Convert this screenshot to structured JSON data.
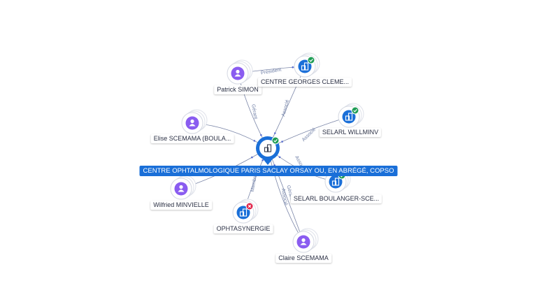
{
  "center": {
    "label": "CENTRE OPHTALMOLOGIQUE PARIS SACLAY ORSAY OU, EN ABRÉGÉ, COPSO",
    "status": "active",
    "icon": "company-icon"
  },
  "nodes": [
    {
      "id": "patrick",
      "label": "Patrick SIMON",
      "type": "person",
      "icon": "person-icon"
    },
    {
      "id": "georges",
      "label": "CENTRE GEORGES CLEME...",
      "type": "company",
      "status": "active",
      "icon": "company-icon"
    },
    {
      "id": "elise",
      "label": "Elise SCEMAMA (BOULA...",
      "type": "person",
      "icon": "person-icon"
    },
    {
      "id": "willminv",
      "label": "SELARL WILLMINV",
      "type": "company",
      "status": "active",
      "icon": "company-icon"
    },
    {
      "id": "wilfried",
      "label": "Wilfried MINVIELLE",
      "type": "person",
      "icon": "person-icon"
    },
    {
      "id": "boulanger",
      "label": "SELARL BOULANGER-SCE...",
      "type": "company",
      "status": "active",
      "icon": "company-icon"
    },
    {
      "id": "ophtasynergie",
      "label": "OPHTASYNERGIE",
      "type": "company",
      "status": "inactive",
      "icon": "company-icon"
    },
    {
      "id": "claire",
      "label": "Claire SCEMAMA",
      "type": "person",
      "icon": "person-icon"
    }
  ],
  "edges": [
    {
      "from": "patrick",
      "to": "georges",
      "label": "Président"
    },
    {
      "from": "patrick",
      "to": "center",
      "label": "Gérant"
    },
    {
      "from": "georges",
      "to": "center",
      "label": "Associé"
    },
    {
      "from": "elise",
      "to": "center",
      "label": ""
    },
    {
      "from": "willminv",
      "to": "center",
      "label": "Associé"
    },
    {
      "from": "wilfried",
      "to": "center",
      "label": ""
    },
    {
      "from": "boulanger",
      "to": "center",
      "label": "Associé"
    },
    {
      "from": "ophtasynergie",
      "to": "center",
      "label": "Membre"
    },
    {
      "from": "claire",
      "to": "center",
      "label": "Gérant"
    },
    {
      "from": "claire",
      "to": "center",
      "label": "Associé"
    }
  ],
  "colors": {
    "person": "#8a5cf0",
    "company": "#1a6fd8",
    "active": "#1f9d55",
    "inactive": "#e0244a",
    "edge": "#7b86a8",
    "edge_label": "#6f7fa6"
  }
}
